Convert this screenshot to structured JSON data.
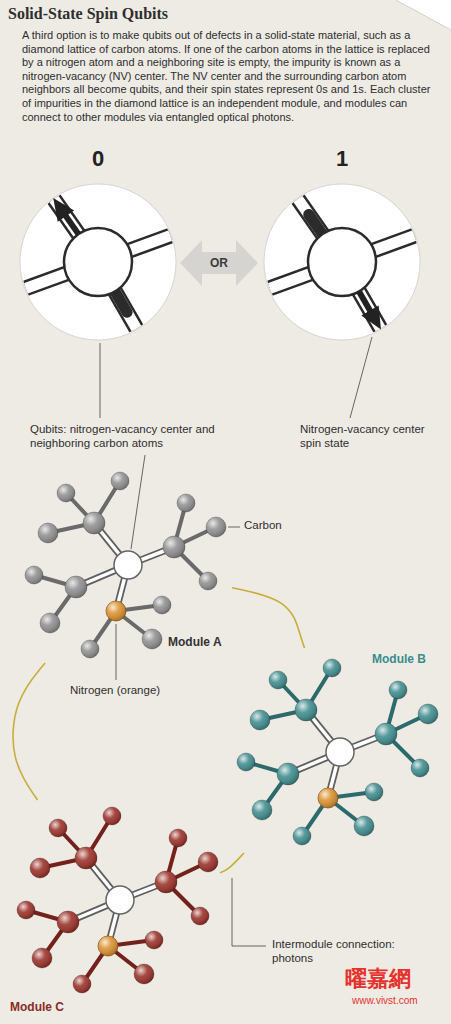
{
  "diagram": {
    "title": "Solid-State Spin Qubits",
    "caption": "A third option is to make qubits out of defects in a solid-state material, such as a diamond lattice of carbon atoms. If one of the carbon atoms in the lattice is replaced by a nitrogen atom and a neighboring site is empty, the impurity is known as a nitrogen-vacancy (NV) center. The NV center and the surrounding carbon atom neighbors all become qubits, and their spin states represent 0s and 1s. Each cluster of impurities in the diamond lattice is an independent module, and modules can connect to other modules via entangled optical photons.",
    "nodes": [
      {
        "text": [
          "0"
        ]
      },
      {
        "text": [
          "OR"
        ]
      },
      {
        "text": [
          "1"
        ]
      },
      {
        "text": [
          "Module A"
        ]
      },
      {
        "text": [
          "Module B"
        ]
      },
      {
        "text": [
          "Module C"
        ]
      }
    ],
    "edges": [
      {
        "from": 3,
        "to": 4,
        "arrow": "none"
      },
      {
        "from": 3,
        "to": 5,
        "arrow": "none"
      },
      {
        "from": 4,
        "to": 5,
        "arrow": "none"
      }
    ],
    "labels": [
      "Qubits: nitrogen-vacancy center and neighboring carbon atoms",
      "Nitrogen-vacancy center spin state",
      "Carbon",
      "Nitrogen (orange)",
      "Intermodule connection: photons",
      "曜嘉網",
      "www.vivst.com"
    ]
  }
}
